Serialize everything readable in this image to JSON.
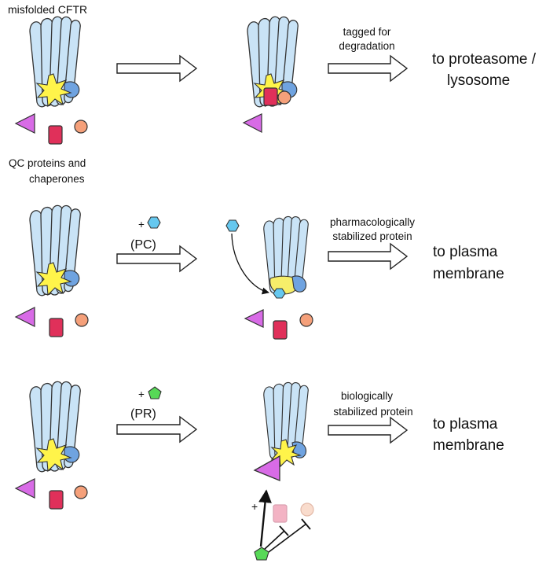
{
  "labels": {
    "misfolded": "misfolded CFTR",
    "qc_line1": "QC proteins and",
    "qc_line2": "chaperones",
    "row1_arrow_line1": "tagged for",
    "row1_arrow_line2": "degradation",
    "row1_dest_line1": "to proteasome /",
    "row1_dest_line2": "lysosome",
    "pc_plus": "+",
    "pc_label": "(PC)",
    "row2_arrow_line1": "pharmacologically",
    "row2_arrow_line2": "stabilized protein",
    "row2_dest_line1": "to plasma",
    "row2_dest_line2": "membrane",
    "pr_plus": "+",
    "pr_label": "(PR)",
    "row3_arrow_line1": "biologically",
    "row3_arrow_line2": "stabilized protein",
    "row3_dest_line1": "to plasma",
    "row3_dest_line2": "membrane",
    "activation_plus": "+"
  },
  "colors": {
    "protein_fill": "#c9e3f6",
    "protein_stroke": "#333333",
    "domain_blue": "#6fa3e0",
    "misfold_star": "#fff44a",
    "triangle": "#d86be6",
    "rect": "#e0305a",
    "rect_faded": "#f3b3c4",
    "circle": "#f5a07a",
    "circle_faded": "#f9dccd",
    "pc_hexagon": "#66c8ef",
    "pr_pentagon": "#57d957",
    "fold_yellow": "#f6ee6a"
  }
}
